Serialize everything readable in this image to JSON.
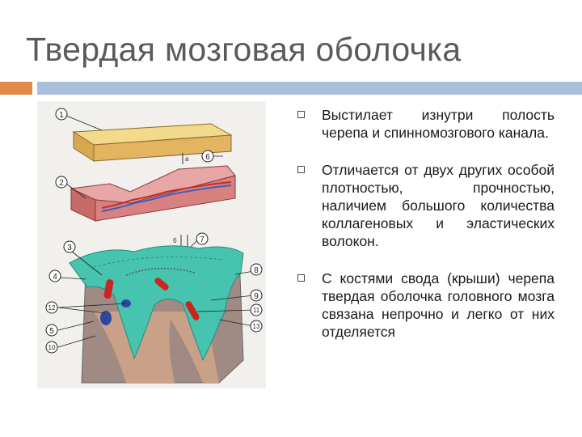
{
  "slide": {
    "title": "Твердая мозговая оболочка",
    "colors": {
      "accent": "#e0894a",
      "rule": "#a9c0dc"
    }
  },
  "figure": {
    "labels": [
      "1",
      "2",
      "3",
      "4",
      "5",
      "6",
      "7",
      "8",
      "9",
      "10",
      "11",
      "12",
      "13"
    ],
    "arrow_labels": [
      "а",
      "б"
    ]
  },
  "bullets": [
    "Выстилает изнутри полость черепа и спинномозгового канала.",
    "Отличается от двух других особой плотностью, прочностью, наличием большого количества коллагеновых и эластических волокон.",
    "С костями свода (крыши) черепа твердая оболочка головного мозга связана непрочно и легко от них отделяется"
  ]
}
